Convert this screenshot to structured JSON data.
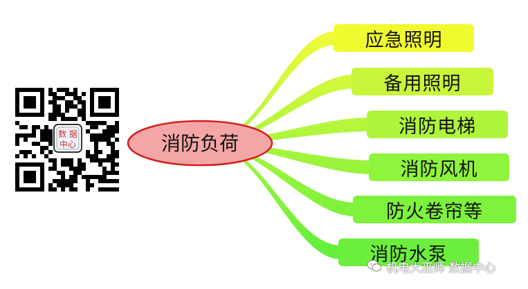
{
  "center": {
    "label": "消防负荷"
  },
  "branches": [
    {
      "label": "应急照明",
      "color": "#f0fa2e"
    },
    {
      "label": "备用照明",
      "color": "#c9f53a"
    },
    {
      "label": "消防电梯",
      "color": "#aef53c"
    },
    {
      "label": "消防风机",
      "color": "#8ff43c"
    },
    {
      "label": "防火卷帘等",
      "color": "#7ef23c"
    },
    {
      "label": "消防水泵",
      "color": "#6cef3c"
    }
  ],
  "colors": {
    "center_fill": "#f4a6a6",
    "center_stroke": "#d21f1f",
    "connector_top": "#f2f53a",
    "connector_bottom": "#5ff03a"
  },
  "qr": {
    "logo_text_top": "数 据",
    "logo_text_bottom": "中心"
  },
  "watermark": {
    "icon": "wechat-icon",
    "text": "机电大巫师 数据中心"
  }
}
